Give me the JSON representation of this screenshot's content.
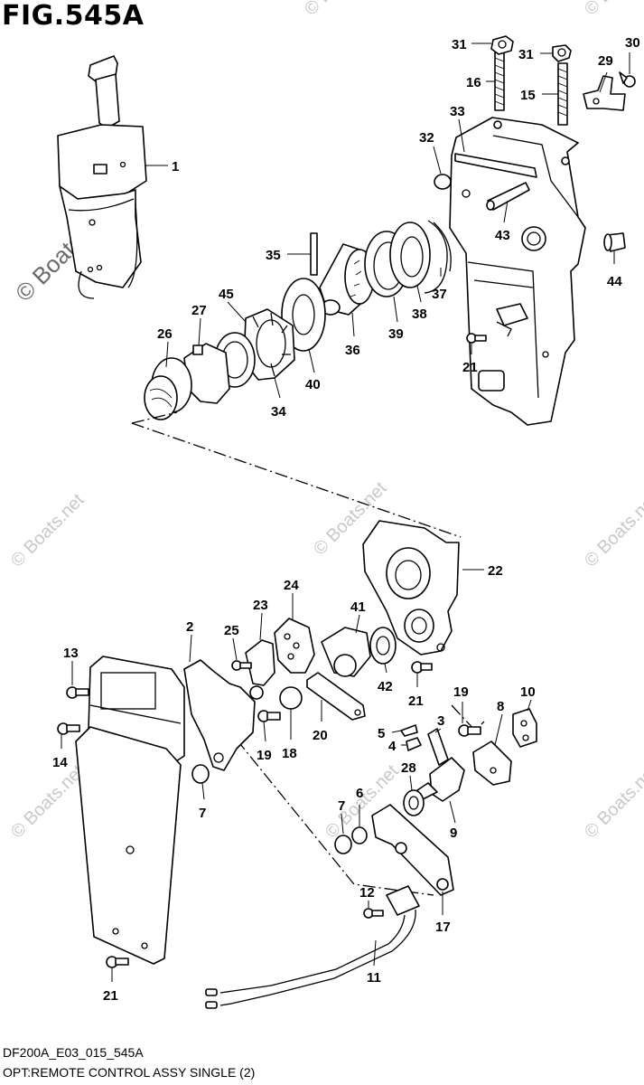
{
  "figure": {
    "title": "FIG.545A",
    "code": "DF200A_E03_015_545A",
    "description": "OPT:REMOTE CONTROL ASSY SINGLE (2)"
  },
  "watermark": {
    "text": "© Boats.net",
    "color": "#c8c8c8"
  },
  "callouts": [
    {
      "id": "c31a",
      "label": "31"
    },
    {
      "id": "c31b",
      "label": "31"
    },
    {
      "id": "c30",
      "label": "30"
    },
    {
      "id": "c16",
      "label": "16"
    },
    {
      "id": "c15",
      "label": "15"
    },
    {
      "id": "c29",
      "label": "29"
    },
    {
      "id": "c1",
      "label": "1"
    },
    {
      "id": "c33",
      "label": "33"
    },
    {
      "id": "c32",
      "label": "32"
    },
    {
      "id": "c43",
      "label": "43"
    },
    {
      "id": "c35",
      "label": "35"
    },
    {
      "id": "c44",
      "label": "44"
    },
    {
      "id": "c45",
      "label": "45"
    },
    {
      "id": "c27",
      "label": "27"
    },
    {
      "id": "c37",
      "label": "37"
    },
    {
      "id": "c38",
      "label": "38"
    },
    {
      "id": "c39",
      "label": "39"
    },
    {
      "id": "c26",
      "label": "26"
    },
    {
      "id": "c36",
      "label": "36"
    },
    {
      "id": "c40",
      "label": "40"
    },
    {
      "id": "c21a",
      "label": "21"
    },
    {
      "id": "c34",
      "label": "34"
    },
    {
      "id": "c22",
      "label": "22"
    },
    {
      "id": "c24",
      "label": "24"
    },
    {
      "id": "c23",
      "label": "23"
    },
    {
      "id": "c41",
      "label": "41"
    },
    {
      "id": "c2",
      "label": "2"
    },
    {
      "id": "c25",
      "label": "25"
    },
    {
      "id": "c13",
      "label": "13"
    },
    {
      "id": "c42",
      "label": "42"
    },
    {
      "id": "c21b",
      "label": "21"
    },
    {
      "id": "c19a",
      "label": "19"
    },
    {
      "id": "c10",
      "label": "10"
    },
    {
      "id": "c8",
      "label": "8"
    },
    {
      "id": "c3",
      "label": "3"
    },
    {
      "id": "c14",
      "label": "14"
    },
    {
      "id": "c19b",
      "label": "19"
    },
    {
      "id": "c18",
      "label": "18"
    },
    {
      "id": "c20",
      "label": "20"
    },
    {
      "id": "c5",
      "label": "5"
    },
    {
      "id": "c4",
      "label": "4"
    },
    {
      "id": "c28",
      "label": "28"
    },
    {
      "id": "c7a",
      "label": "7"
    },
    {
      "id": "c7b",
      "label": "7"
    },
    {
      "id": "c6",
      "label": "6"
    },
    {
      "id": "c9",
      "label": "9"
    },
    {
      "id": "c12",
      "label": "12"
    },
    {
      "id": "c17",
      "label": "17"
    },
    {
      "id": "c11",
      "label": "11"
    },
    {
      "id": "c21c",
      "label": "21"
    }
  ]
}
